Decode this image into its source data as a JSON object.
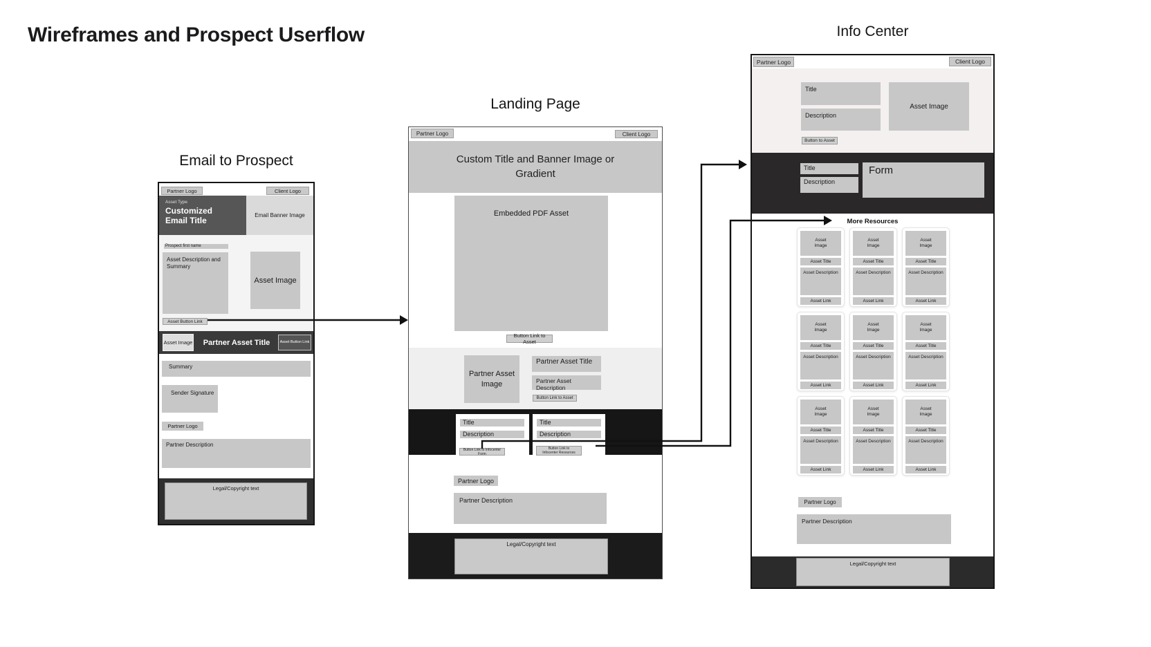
{
  "page": {
    "title": "Wireframes and Prospect Userflow"
  },
  "email": {
    "section_title": "Email to Prospect",
    "partner_logo": "Partner Logo",
    "client_logo": "Client Logo",
    "asset_type": "Asset Type",
    "email_title": "Customized Email Title",
    "banner_image": "Email Banner Image",
    "prospect_first_name": "Prospect first name",
    "asset_description": "Asset Description and Summary",
    "asset_image": "Asset Image",
    "asset_button": "Asset Button Link",
    "band_asset_image": "Asset Image",
    "band_title": "Partner Asset Title",
    "band_button": "Asset Button Link",
    "summary": "Summary",
    "sender_signature": "Sender Signature",
    "partner_logo2": "Partner Logo",
    "partner_description": "Partner Description",
    "legal": "Legal/Copyright text"
  },
  "landing": {
    "section_title": "Landing Page",
    "partner_logo": "Partner Logo",
    "client_logo": "Client Logo",
    "banner": "Custom Title and Banner Image or Gradient",
    "pdf": "Embedded PDF Asset",
    "pdf_button": "Button Link to Asset",
    "partner_asset_image": "Partner Asset Image",
    "partner_asset_title": "Partner Asset Title",
    "partner_asset_description": "Partner Asset Description",
    "partner_asset_button": "Button Link to Asset",
    "form_card": {
      "title": "Title",
      "description": "Description",
      "button": "Button Link to Infocenter Form"
    },
    "resources_card": {
      "title": "Title",
      "description": "Description",
      "button": "Button Link to Infocenter Resources"
    },
    "partner_logo2": "Partner Logo",
    "partner_description": "Partner Description",
    "legal": "Legal/Copyright text"
  },
  "info": {
    "section_title": "Info Center",
    "partner_logo": "Partner Logo",
    "client_logo": "Client Logo",
    "hero_title": "Title",
    "hero_description": "Description",
    "hero_asset_image": "Asset Image",
    "hero_button": "Button to Asset",
    "form_title": "Title",
    "form_description": "Description",
    "form_label": "Form",
    "resources_heading": "More Resources",
    "resource_card_count": 9,
    "resource_card": {
      "image": "Asset Image",
      "title": "Asset Title",
      "description": "Asset Description",
      "link": "Asset Link"
    },
    "partner_logo2": "Partner Logo",
    "partner_description": "Partner Description",
    "legal": "Legal/Copyright text"
  },
  "colors": {
    "wire_gray": "#c7c7c7",
    "dark_band": "#2f2f2f",
    "near_black": "#161616",
    "light_section": "#f3f0ef",
    "arrow": "#111111",
    "page_bg": "#ffffff"
  }
}
